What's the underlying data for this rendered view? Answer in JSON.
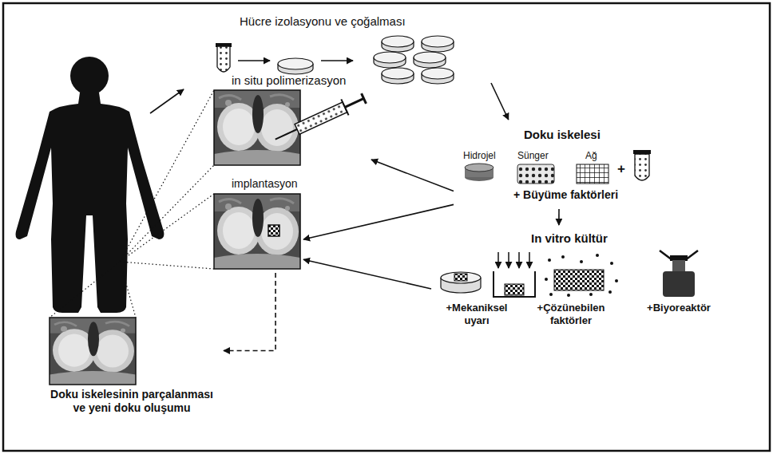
{
  "diagram": {
    "nodes": [
      {
        "text": [
          "Hücre izolasyonu ve çoğalması"
        ]
      },
      {
        "text": [
          "Doku iskelesi",
          "Hidrojel",
          "Sünger",
          "Ağ",
          "+",
          "+ Büyüme faktörleri"
        ]
      },
      {
        "text": [
          "In vitro kültür",
          "+Mekaniksel uyarı",
          "+Çözünebilen faktörler",
          "+Biyoreaktör"
        ]
      },
      {
        "text": [
          "in situ polimerizasyon"
        ]
      },
      {
        "text": [
          "implantasyon"
        ]
      },
      {
        "text": [
          "Doku iskelesinin parçalanması ve yeni doku oluşumu"
        ]
      }
    ],
    "edges": [
      {
        "from": 0,
        "to": 1,
        "arrow": "to"
      },
      {
        "from": 1,
        "to": 3,
        "arrow": "to"
      },
      {
        "from": 1,
        "to": 4,
        "arrow": "to"
      },
      {
        "from": 1,
        "to": 2,
        "arrow": "to"
      },
      {
        "from": 2,
        "to": 4,
        "arrow": "to"
      },
      {
        "from": 4,
        "to": 5,
        "arrow": "to"
      }
    ]
  }
}
